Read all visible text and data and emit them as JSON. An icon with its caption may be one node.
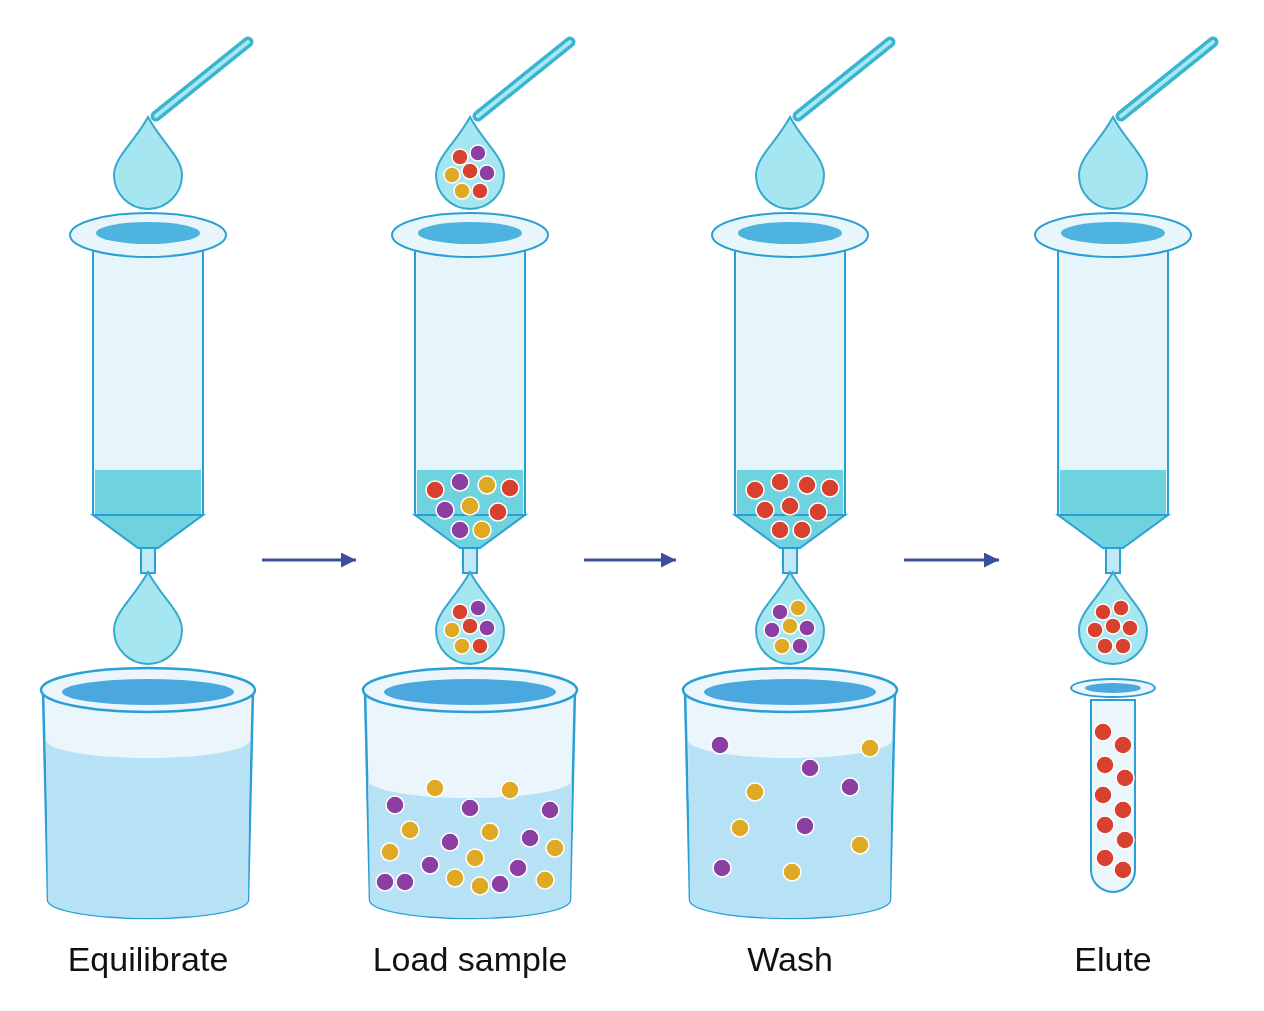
{
  "diagram": {
    "nodes": [
      {
        "text": [
          "Equilibrate"
        ]
      },
      {
        "text": [
          "Load sample"
        ]
      },
      {
        "text": [
          "Wash"
        ]
      },
      {
        "text": [
          "Elute"
        ]
      }
    ],
    "edges": [
      {
        "from": 0,
        "to": 1,
        "arrow": "to"
      },
      {
        "from": 1,
        "to": 2,
        "arrow": "to"
      },
      {
        "from": 2,
        "to": 3,
        "arrow": "to"
      }
    ]
  }
}
